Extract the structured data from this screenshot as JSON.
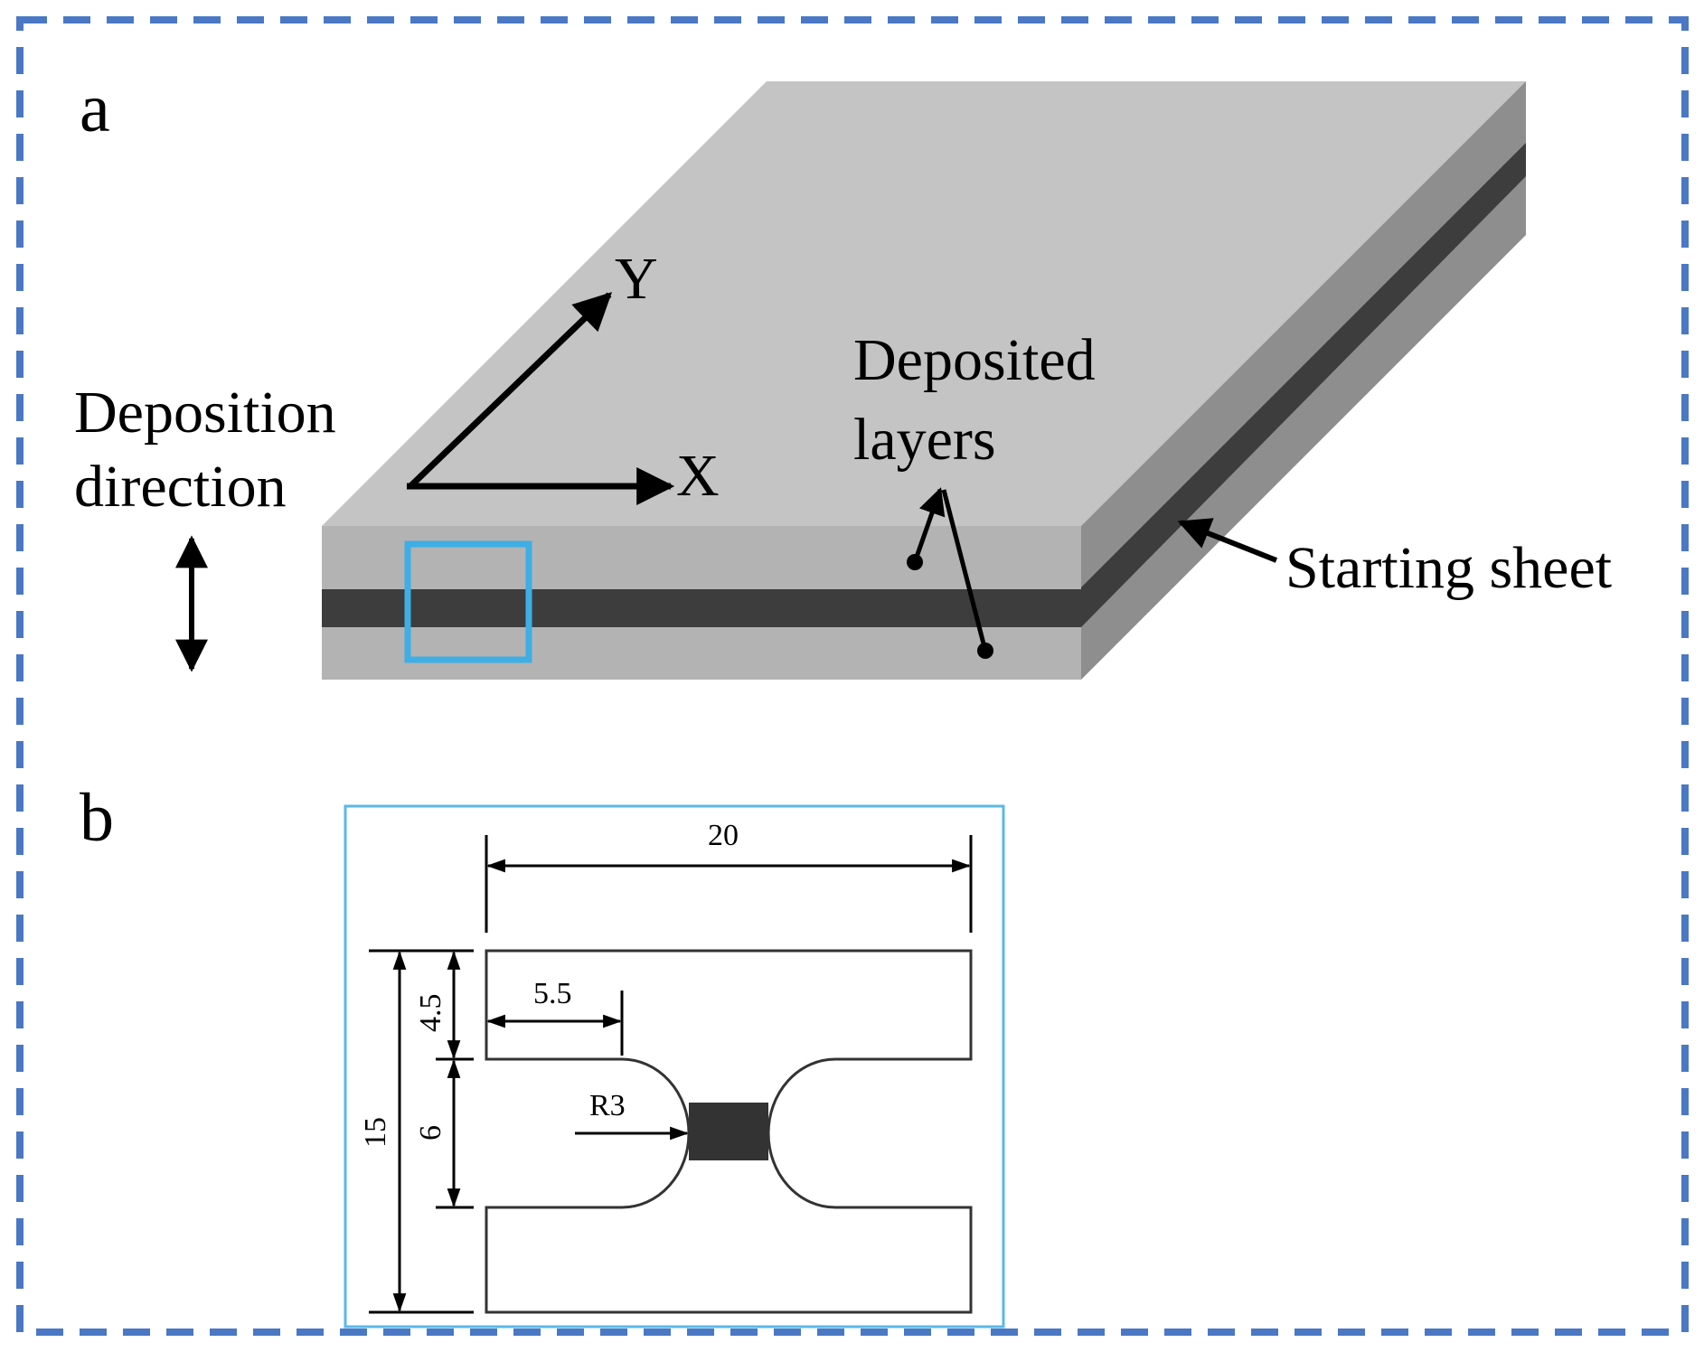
{
  "panel_a": {
    "label": "a",
    "deposition_direction": [
      "Deposition",
      "direction"
    ],
    "axis_y": "Y",
    "axis_x": "X",
    "deposited_layers": [
      "Deposited",
      "layers"
    ],
    "starting_sheet": "Starting sheet",
    "colors": {
      "top_face": "#c4c4c4",
      "front_face": "#b3b3b3",
      "side_face": "#8e8e8e",
      "starting_sheet": "#3d3d3d",
      "highlight_box": "#3eaee5",
      "frame_dash": "#4a78c4"
    }
  },
  "panel_b": {
    "label": "b",
    "dimensions": {
      "width": "20",
      "height": "15",
      "grip_height": "4.5",
      "gauge_span": "6",
      "shoulder": "5.5",
      "radius": "R3"
    },
    "colors": {
      "frame": "#5bb8e8",
      "gauge": "#333333"
    }
  }
}
